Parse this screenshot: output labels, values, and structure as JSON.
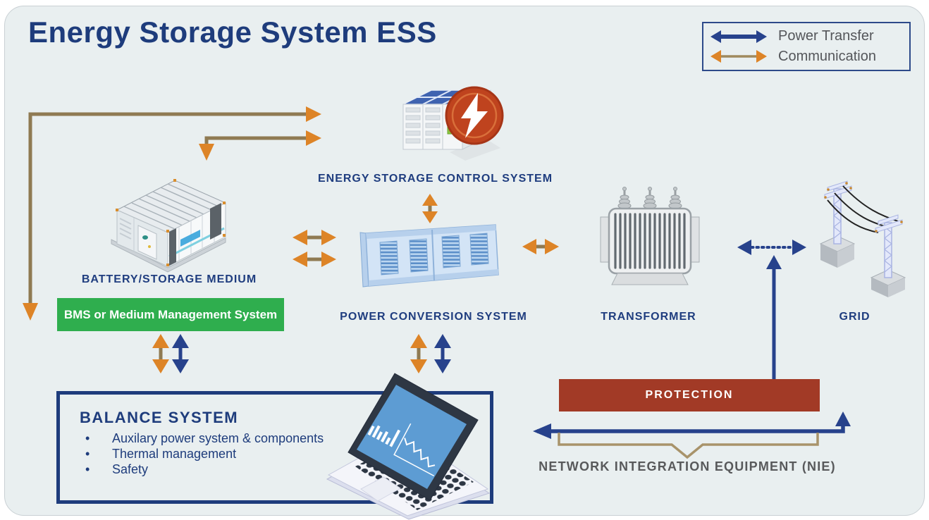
{
  "title": "Energy Storage System ESS",
  "legend": {
    "power_label": "Power Transfer",
    "communication_label": "Communication"
  },
  "nodes": {
    "control_system": "ENERGY STORAGE CONTROL SYSTEM",
    "battery": "BATTERY/STORAGE MEDIUM",
    "bms": "BMS or Medium Management System",
    "pcs": "POWER CONVERSION SYSTEM",
    "transformer": "TRANSFORMER",
    "grid": "GRID",
    "protection": "PROTECTION",
    "nie": "NETWORK INTEGRATION EQUIPMENT (NIE)"
  },
  "balance": {
    "title": "BALANCE SYSTEM",
    "bullets": [
      "Auxilary power system & components",
      "Thermal management",
      "Safety"
    ]
  },
  "colors": {
    "background": "#e9eff0",
    "dark_blue": "#1e3c7c",
    "power_arrow_blue": "#27428c",
    "communication_orange": "#dd8427",
    "communication_tan": "#8f7a52",
    "bms_green": "#2fae4e",
    "protection_brick": "#a23a26",
    "gray_text": "#58595b",
    "badge_red": "#bf431e"
  }
}
